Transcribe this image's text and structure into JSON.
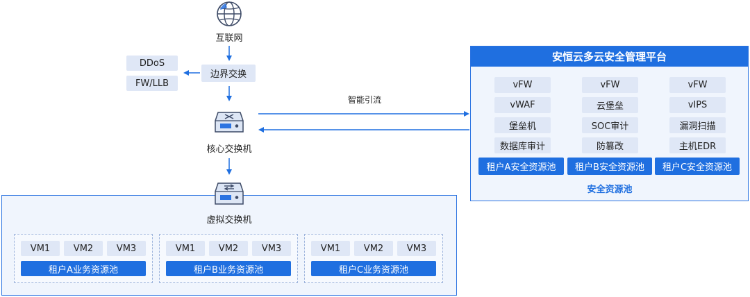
{
  "internet": {
    "label": "互联网",
    "icon": "globe-icon"
  },
  "edge": {
    "label": "边界交换",
    "ddos": "DDoS",
    "fwllb": "FW/LLB"
  },
  "core": {
    "label": "核心交换机",
    "icon": "switch-icon"
  },
  "virtual": {
    "label": "虚拟交换机",
    "icon": "switch-icon"
  },
  "traffic": {
    "label": "智能引流"
  },
  "tenants": [
    {
      "vms": [
        "VM1",
        "VM2",
        "VM3"
      ],
      "pool": "租户A业务资源池"
    },
    {
      "vms": [
        "VM1",
        "VM2",
        "VM3"
      ],
      "pool": "租户B业务资源池"
    },
    {
      "vms": [
        "VM1",
        "VM2",
        "VM3"
      ],
      "pool": "租户C业务资源池"
    }
  ],
  "security": {
    "title": "安恒云多云安全管理平台",
    "columns": [
      {
        "items": [
          "vFW",
          "vWAF",
          "堡垒机",
          "数据库审计"
        ],
        "pool": "租户A安全资源池"
      },
      {
        "items": [
          "vFW",
          "云堡垒",
          "SOC审计",
          "防篡改"
        ],
        "pool": "租户B安全资源池"
      },
      {
        "items": [
          "vFW",
          "vIPS",
          "漏洞扫描",
          "主机EDR"
        ],
        "pool": "租户C安全资源池"
      }
    ],
    "footer": "安全资源池"
  },
  "colors": {
    "accent": "#1f6fe0",
    "pill": "#dfe7f6",
    "panel": "#f0f5fd",
    "border": "#2b73e1"
  }
}
